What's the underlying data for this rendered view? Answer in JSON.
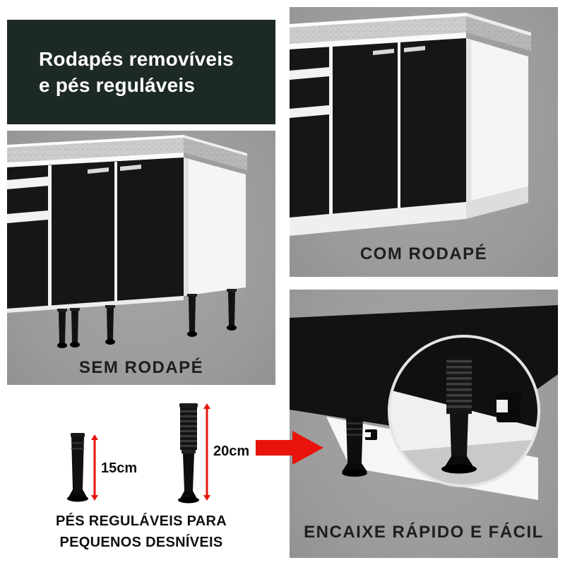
{
  "title": {
    "line1": "Rodapés removíveis",
    "line2": "e pés reguláveis"
  },
  "panel_com_rodape": {
    "caption": "COM RODAPÉ"
  },
  "panel_sem_rodape": {
    "caption": "SEM RODAPÉ"
  },
  "panel_feet": {
    "measurement_short": "15cm",
    "measurement_tall": "20cm",
    "caption_line1": "PÉS REGULÁVEIS PARA",
    "caption_line2": "PEQUENOS DESNÍVEIS"
  },
  "panel_fit": {
    "caption": "ENCAIXE RÁPIDO E FÁCIL"
  },
  "colors": {
    "title_background": "#1d2924",
    "title_text": "#ffffff",
    "panel_background": "#9c9c9c",
    "accent_red": "#e8140b",
    "cabinet_black": "#141414",
    "cabinet_white": "#f5f5f5",
    "caption_text": "#1e1e1e"
  },
  "icons": {
    "arrow_right": "red-right-arrow-shape"
  }
}
